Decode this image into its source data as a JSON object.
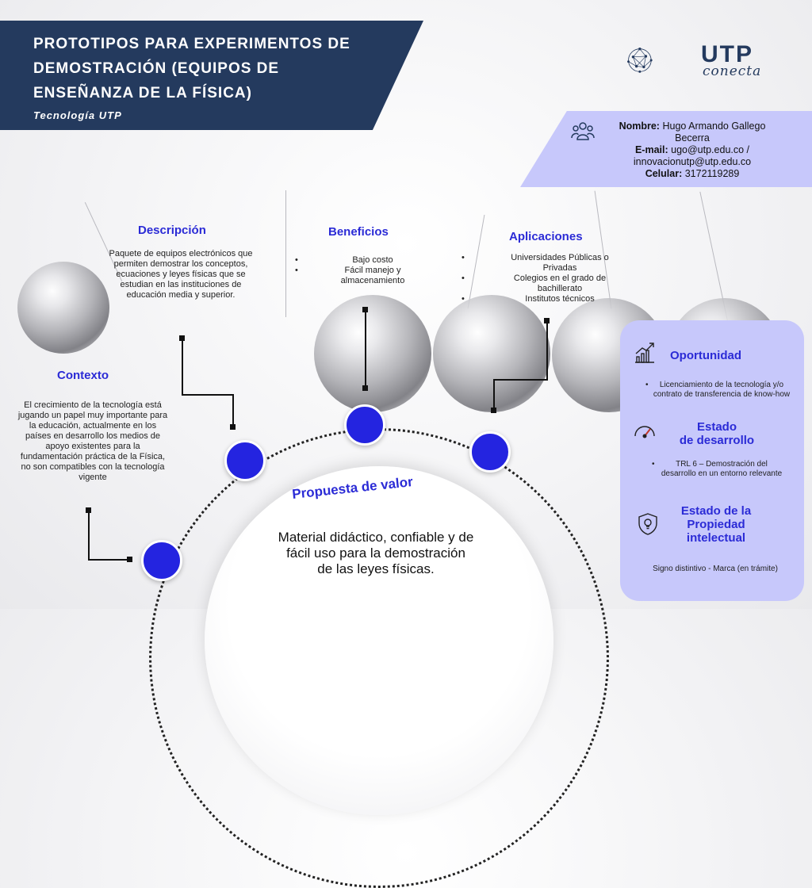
{
  "header": {
    "title": "PROTOTIPOS PARA EXPERIMENTOS DE DEMOSTRACIÓN (EQUIPOS DE ENSEÑANZA DE LA FÍSICA)",
    "subtitle": "Tecnología UTP"
  },
  "logo": {
    "brand": "UTP",
    "tagline": "conecta"
  },
  "contact": {
    "name_label": "Nombre:",
    "name_value": "Hugo Armando Gallego Becerra",
    "email_label": "E-mail:",
    "email_value": "ugo@utp.edu.co / innovacionutp@utp.edu.co",
    "phone_label": "Celular:",
    "phone_value": "3172119289"
  },
  "descripcion": {
    "title": "Descripción",
    "text": "Paquete de equipos electrónicos que permiten demostrar los conceptos, ecuaciones y leyes físicas que se estudian en las instituciones de educación media y superior."
  },
  "beneficios": {
    "title": "Beneficios",
    "items": [
      "Bajo costo",
      "Fácil manejo y almacenamiento"
    ]
  },
  "aplicaciones": {
    "title": "Aplicaciones",
    "items": [
      "Universidades Públicas o Privadas",
      "Colegios en el grado de bachillerato",
      "Institutos técnicos"
    ]
  },
  "contexto": {
    "title": "Contexto",
    "text": "El crecimiento de la tecnología está jugando un papel muy importante para la educación, actualmente en los países en desarrollo los medios de apoyo existentes para la fundamentación práctica de la Física, no son compatibles con la tecnología vigente"
  },
  "propuesta": {
    "title": "Propuesta de valor",
    "text": "Material didáctico, confiable y de fácil uso para la demostración de las leyes físicas."
  },
  "oportunidad": {
    "title": "Oportunidad",
    "text": "Licenciamiento de la tecnología y/o contrato de transferencia de know-how"
  },
  "estado_desarrollo": {
    "title_line1": "Estado",
    "title_line2": "de desarrollo",
    "text": "TRL 6 – Demostración del desarrollo en un entorno relevante"
  },
  "propiedad": {
    "title": "Estado de la Propiedad intelectual",
    "text": "Signo distintivo - Marca (en trámite)"
  },
  "colors": {
    "navy": "#243a5e",
    "accent_blue": "#2b2bd6",
    "node_blue": "#2424e0",
    "lavender": "#c7c8fb"
  }
}
